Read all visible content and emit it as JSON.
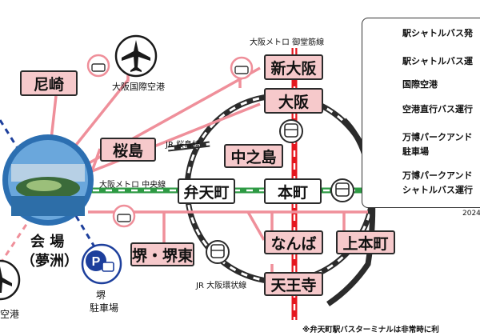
{
  "lines": {
    "midosuji": "大阪メトロ 御堂筋線",
    "sakurajima": "JR 桜島線",
    "chuo": "大阪メトロ 中央線",
    "loop": "JR 大阪環状線"
  },
  "stations": {
    "amagasaki": "尼崎",
    "shin_osaka": "新大阪",
    "osaka": "大阪",
    "sakurajima": "桜島",
    "nakanoshima": "中之島",
    "bentencho": "弁天町",
    "honmachi": "本町",
    "namba": "なんば",
    "uehonmachi": "上本町",
    "tennoji": "天王寺",
    "sakai": "堺・堺東"
  },
  "places": {
    "itami": "大阪国際空港",
    "venue_line1": "会 場",
    "venue_line2": "（夢洲）",
    "sakai_parking_line1": "堺",
    "sakai_parking_line2": "駐車場",
    "kansai_airport_partial": "空港"
  },
  "icons": {
    "bus_text": "BUS",
    "parking_text": "P"
  },
  "legend": {
    "items": [
      {
        "icon": "pink-box-icon",
        "text": "駅シャトルバス発"
      },
      {
        "icon": "pink-line-icon",
        "text": "駅シャトルバス運"
      },
      {
        "icon": "airport-icon",
        "text": "国際空港"
      },
      {
        "icon": "pink-dashed-line-icon",
        "text": "空港直行バス運行"
      },
      {
        "icon": "park-and-ride-icon",
        "text": "万博パークアンド"
      },
      {
        "icon": "",
        "text": "駐車場"
      },
      {
        "icon": "blue-dashed-line-icon",
        "text": "万博パークアンド"
      },
      {
        "icon": "",
        "text": "シャトルバス運行"
      }
    ],
    "year_partial": "2024"
  },
  "footnote": "※弁天町駅バスターミナルは非常時に利",
  "colors": {
    "shuttle": "#ef8f9a",
    "station_fill": "#f6c9cb",
    "midosuji_red": "#e5171f",
    "chuo_green": "#2e9a44",
    "park_ride_blue": "#1d3f9c",
    "rail_dark": "#2b2b2b"
  }
}
